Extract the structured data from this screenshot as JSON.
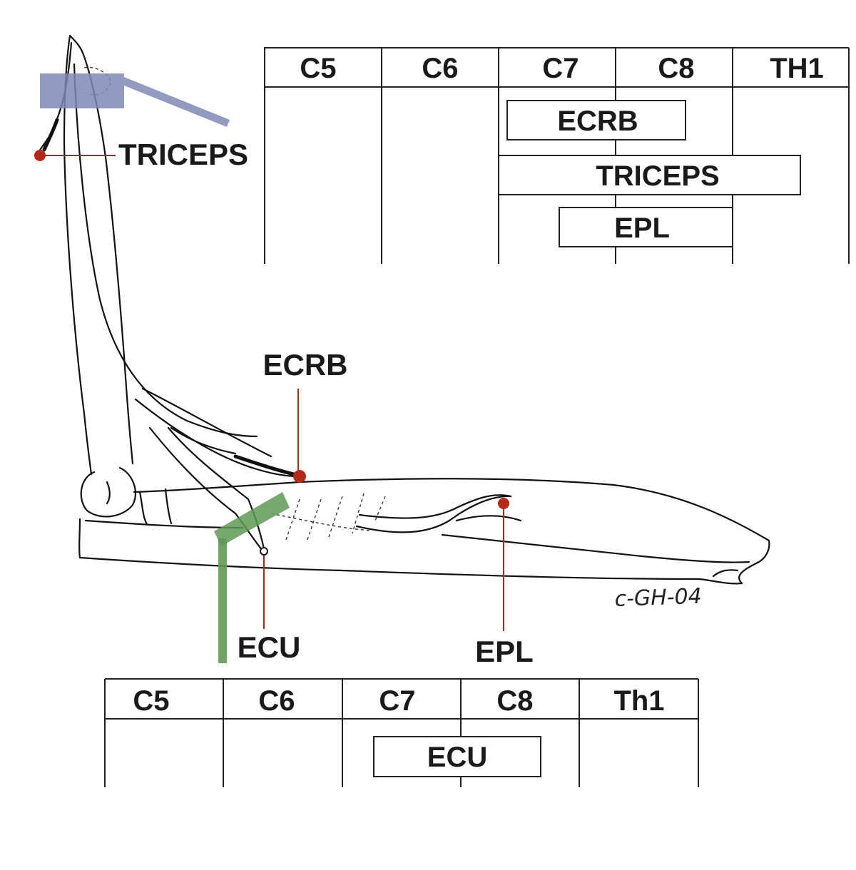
{
  "top_table": {
    "columns": [
      "C5",
      "C6",
      "C7",
      "C8",
      "TH1"
    ],
    "bars": [
      {
        "label": "ECRB"
      },
      {
        "label": "TRICEPS"
      },
      {
        "label": "EPL"
      }
    ]
  },
  "bottom_table": {
    "columns": [
      "C5",
      "C6",
      "C7",
      "C8",
      "Th1"
    ],
    "bars": [
      {
        "label": "ECU"
      }
    ]
  },
  "labels": {
    "triceps": "TRICEPS",
    "ecrb": "ECRB",
    "ecu": "ECU",
    "epl": "EPL"
  },
  "signature": "c-GH-04",
  "colors": {
    "marker_red": "#b22b1a",
    "blue_highlight": "#8088b4",
    "green_highlight": "#5f9a55"
  }
}
